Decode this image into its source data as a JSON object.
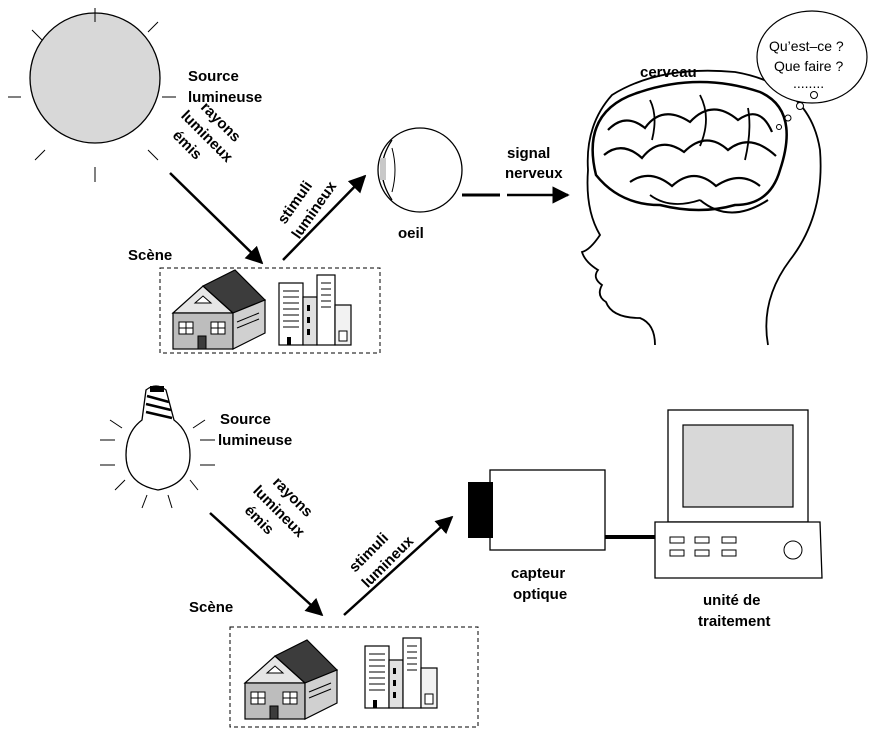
{
  "top": {
    "light_source_label": [
      "Source",
      "lumineuse"
    ],
    "emitted_rays_label": [
      "rayons",
      "lumineux",
      "émis"
    ],
    "stimuli_label": [
      "stimuli",
      "lumineux"
    ],
    "eye_label": "oeil",
    "nerve_signal_label": [
      "signal",
      "nerveux"
    ],
    "brain_label": "cerveau",
    "scene_label": "Scène",
    "thought_bubble": [
      "Qu’est–ce ?",
      "Que faire ?",
      "........"
    ]
  },
  "bottom": {
    "light_source_label": [
      "Source",
      "lumineuse"
    ],
    "emitted_rays_label": [
      "rayons",
      "lumineux",
      "émis"
    ],
    "stimuli_label": [
      "stimuli",
      "lumineux"
    ],
    "sensor_label": [
      "capteur",
      "optique"
    ],
    "processing_label": [
      "unité de",
      "traitement"
    ],
    "scene_label": "Scène"
  },
  "colors": {
    "sun_fill": "#d8d8d8",
    "monitor_screen": "#d8d8d8",
    "roof": "#3c3c3c",
    "line": "#000000"
  }
}
